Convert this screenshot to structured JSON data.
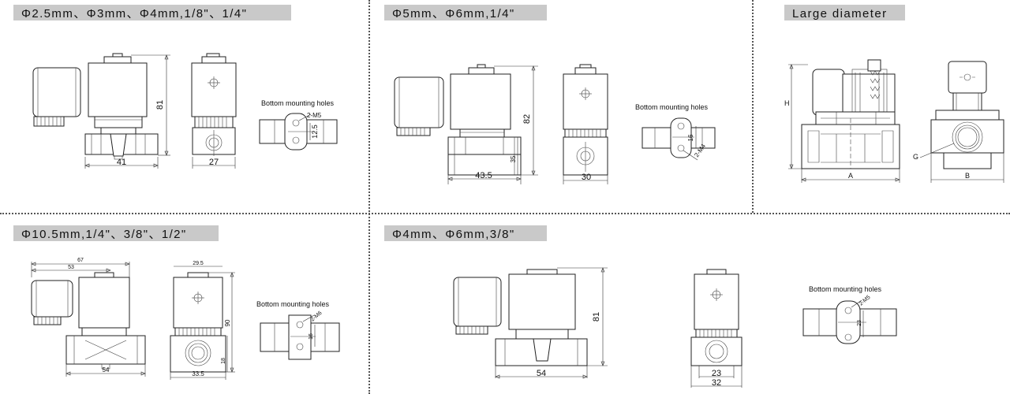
{
  "panels": {
    "p1": {
      "title": "Φ2.5mm、Φ3mm、Φ4mm,1/8\"、1/4\"",
      "width": "41",
      "height": "81",
      "side_width": "27",
      "holes_label": "Bottom mounting holes",
      "screw": "2-M5",
      "spacing": "12.5"
    },
    "p2": {
      "title": "Φ5mm、Φ6mm,1/4\"",
      "width": "43.5",
      "height": "82",
      "base_height": "35",
      "side_width": "30",
      "holes_label": "Bottom mounting holes",
      "screw": "2-M4",
      "spacing": "16"
    },
    "p3": {
      "title": "Large diameter",
      "dim_h": "H",
      "dim_a": "A",
      "dim_b": "B",
      "dim_g": "G"
    },
    "p4": {
      "title": "Φ10.5mm,1/4\"、3/8\"、1/2\"",
      "top_width": "67",
      "top_width2": "53",
      "width": "54",
      "side_top": "29.5",
      "side_width": "33.5",
      "height": "90",
      "base_height": "18",
      "holes_label": "Bottom mounting holes",
      "screw": "2-M6",
      "spacing": "16"
    },
    "p5": {
      "title": "Φ4mm、Φ6mm,3/8\"",
      "width": "54",
      "height": "81",
      "side_inner": "23",
      "side_width": "32",
      "holes_label": "Bottom mounting holes",
      "screw": "2-M5",
      "spacing": "23"
    }
  },
  "colors": {
    "label_bg": "#c9c9c9",
    "line": "#222222",
    "divider": "#555555"
  }
}
